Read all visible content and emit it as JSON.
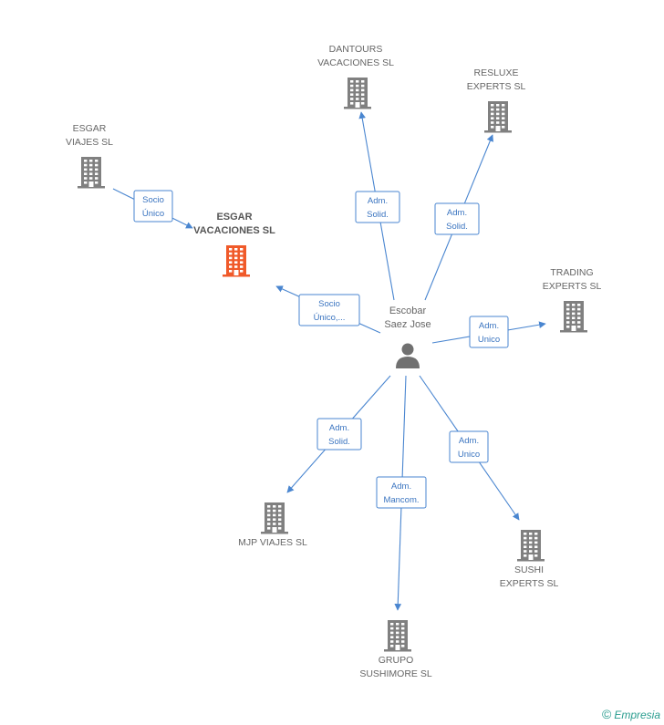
{
  "center": {
    "line1": "Escobar",
    "line2": "Saez Jose"
  },
  "companies": [
    {
      "id": "esgar-vacaciones",
      "line1": "ESGAR",
      "line2": "VACACIONES SL",
      "highlight": true,
      "color": "#f05a2a"
    },
    {
      "id": "esgar-viajes",
      "line1": "ESGAR",
      "line2": "VIAJES SL",
      "highlight": false,
      "color": "#808080"
    },
    {
      "id": "dantours",
      "line1": "DANTOURS",
      "line2": "VACACIONES SL",
      "highlight": false,
      "color": "#808080"
    },
    {
      "id": "resluxe",
      "line1": "RESLUXE",
      "line2": "EXPERTS SL",
      "highlight": false,
      "color": "#808080"
    },
    {
      "id": "trading",
      "line1": "TRADING",
      "line2": "EXPERTS SL",
      "highlight": false,
      "color": "#808080"
    },
    {
      "id": "mjp",
      "line1": "MJP VIAJES SL",
      "line2": "",
      "highlight": false,
      "color": "#808080"
    },
    {
      "id": "grupo",
      "line1": "GRUPO",
      "line2": "SUSHIMORE SL",
      "highlight": false,
      "color": "#808080"
    },
    {
      "id": "sushi",
      "line1": "SUSHI",
      "line2": "EXPERTS SL",
      "highlight": false,
      "color": "#808080"
    }
  ],
  "relations": [
    {
      "from": "esgar-viajes",
      "to": "esgar-vacaciones",
      "line1": "Socio",
      "line2": "Único"
    },
    {
      "from": "center",
      "to": "esgar-vacaciones",
      "line1": "Socio",
      "line2": "Único,..."
    },
    {
      "from": "center",
      "to": "dantours",
      "line1": "Adm.",
      "line2": "Solid."
    },
    {
      "from": "center",
      "to": "resluxe",
      "line1": "Adm.",
      "line2": "Solid."
    },
    {
      "from": "center",
      "to": "trading",
      "line1": "Adm.",
      "line2": "Unico"
    },
    {
      "from": "center",
      "to": "mjp",
      "line1": "Adm.",
      "line2": "Solid."
    },
    {
      "from": "center",
      "to": "grupo",
      "line1": "Adm.",
      "line2": "Mancom."
    },
    {
      "from": "center",
      "to": "sushi",
      "line1": "Adm.",
      "line2": "Unico"
    }
  ],
  "watermark": {
    "symbol": "©",
    "brand": "Empresia"
  },
  "colors": {
    "edge": "#4a86d0",
    "building": "#808080",
    "highlight": "#f05a2a",
    "person": "#707070"
  }
}
